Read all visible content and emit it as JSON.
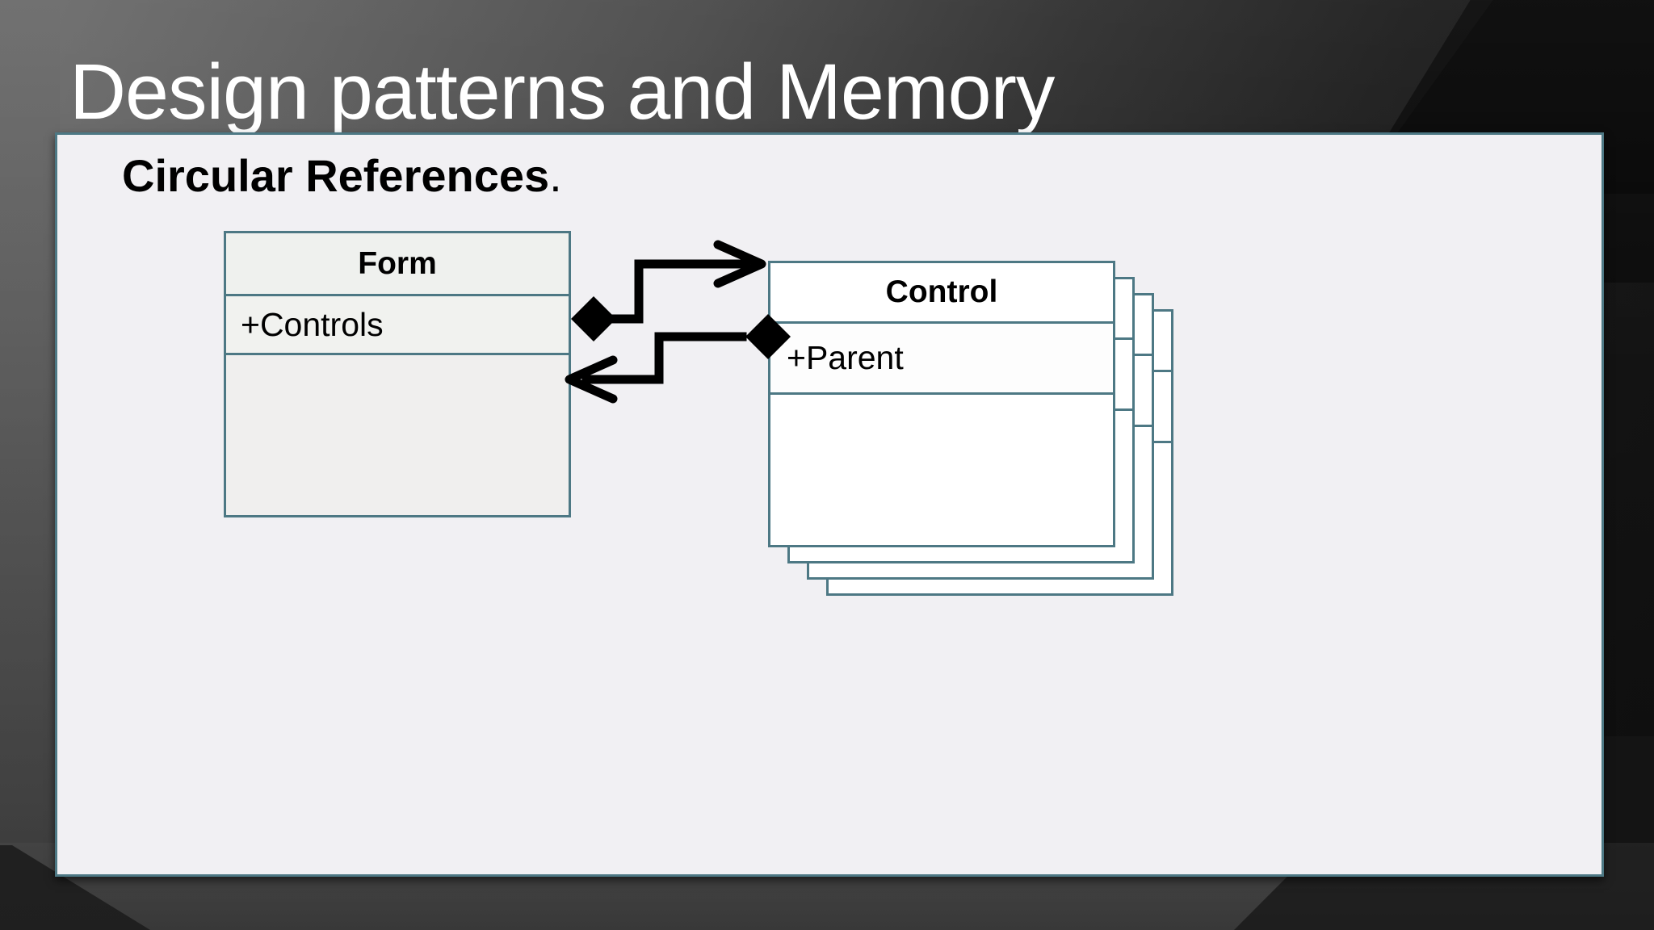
{
  "slide": {
    "title": "Design patterns and Memory",
    "subtitle_bold": "Circular References",
    "subtitle_tail": "."
  },
  "diagram": {
    "type": "uml-class-diagram",
    "classes": [
      {
        "id": "form",
        "name": "Form",
        "attributes": [
          "+Controls"
        ],
        "operations": [],
        "multiplicity": "single",
        "fill": "#f0efee",
        "border": "#4d7884"
      },
      {
        "id": "control",
        "name": "Control",
        "attributes": [
          "+Parent"
        ],
        "operations": [],
        "multiplicity": "stacked",
        "stack_count": 4,
        "fill": "#ffffff",
        "border": "#4d7884"
      }
    ],
    "relationships": [
      {
        "id": "form-owns-controls",
        "kind": "composition",
        "source": "form",
        "target": "control",
        "diamond_at": "source",
        "arrow_at": "target",
        "label": ""
      },
      {
        "id": "control-refs-parent",
        "kind": "composition",
        "source": "control",
        "target": "form",
        "diamond_at": "source",
        "arrow_at": "target",
        "label": ""
      }
    ],
    "connector_color": "#000000"
  },
  "colors": {
    "panel_background": "#f1f0f3",
    "panel_border": "#4d7884",
    "title_text": "#ffffff",
    "body_text": "#000000",
    "slide_background_dark": "#101010",
    "slide_background_light": "#6e6e6e"
  }
}
